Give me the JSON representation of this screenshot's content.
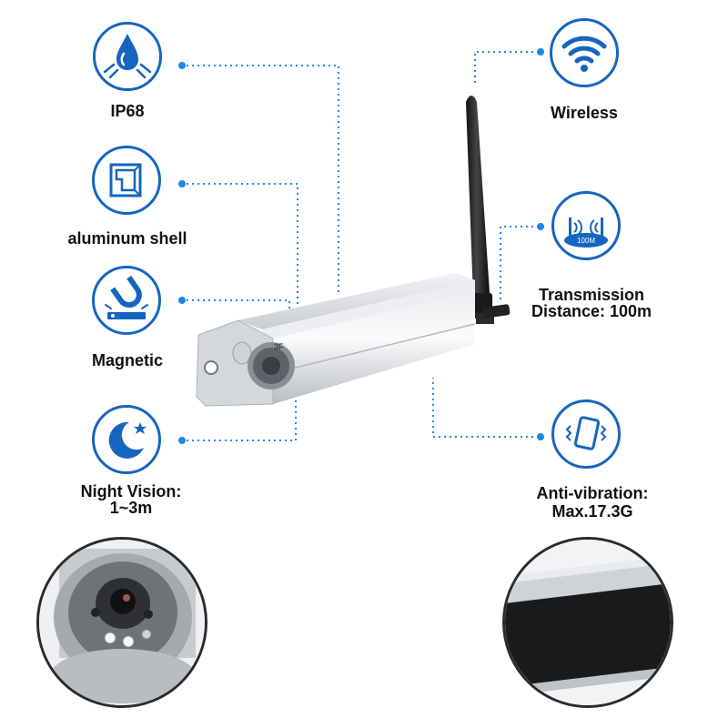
{
  "features": [
    {
      "id": "ip68",
      "label": "IP68",
      "icon": "water-drop-icon"
    },
    {
      "id": "aluminum-shell",
      "label": "aluminum shell",
      "icon": "metal-shell-icon"
    },
    {
      "id": "magnetic",
      "label": "Magnetic",
      "icon": "magnet-icon"
    },
    {
      "id": "night-vision",
      "label_line1": "Night Vision:",
      "label_line2": "1~3m",
      "icon": "moon-star-icon"
    },
    {
      "id": "wireless",
      "label": "Wireless",
      "icon": "wifi-icon"
    },
    {
      "id": "transmission",
      "label_line1": "Transmission",
      "label_line2": "Distance: 100m",
      "icon": "router-range-icon",
      "badge": "100M"
    },
    {
      "id": "anti-vibration",
      "label_line1": "Anti-vibration:",
      "label_line2": "Max.17.3G",
      "icon": "vibrating-phone-icon"
    }
  ],
  "colors": {
    "accent": "#1565c0",
    "connector": "#1e88e5",
    "aluminum": "#d9dce0",
    "magnet_pad": "#1a1a1a"
  },
  "product": {
    "name": "wireless aluminum camera with antenna",
    "lens_marking": "3F"
  },
  "details": [
    "camera-lens-closeup",
    "magnetic-base-closeup"
  ]
}
